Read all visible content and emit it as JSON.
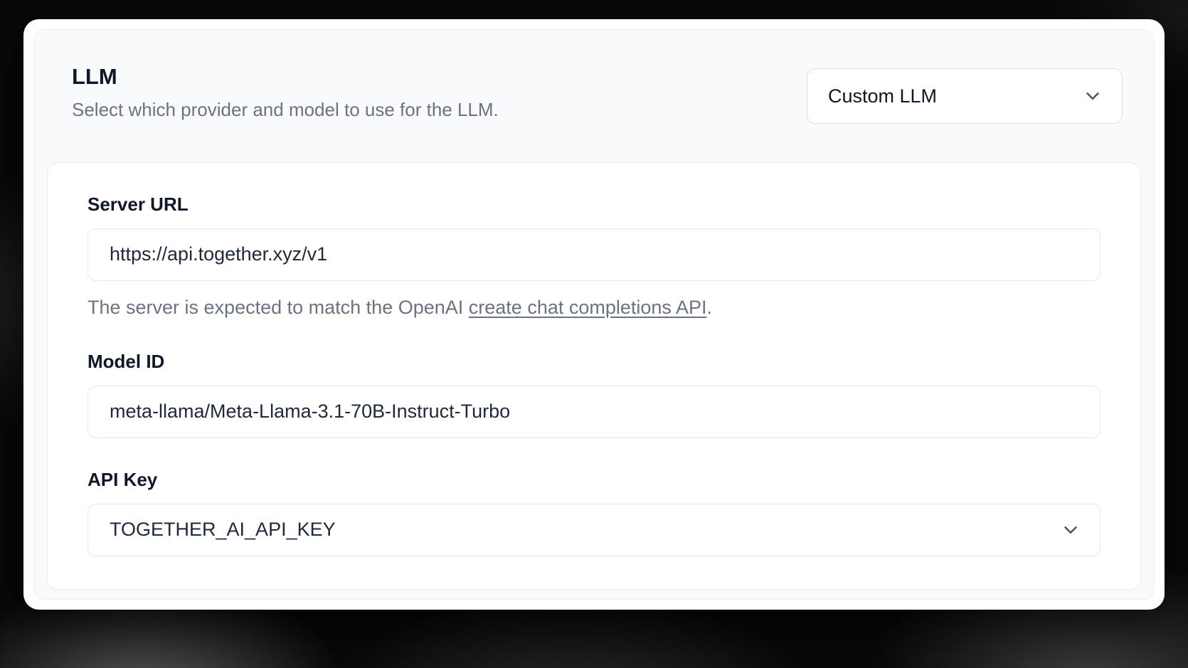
{
  "section": {
    "title": "LLM",
    "description": "Select which provider and model to use for the LLM.",
    "provider_dropdown": {
      "value": "Custom LLM"
    },
    "fields": {
      "server_url": {
        "label": "Server URL",
        "value": "https://api.together.xyz/v1",
        "help": {
          "prefix": "The server is expected to match the OpenAI ",
          "link_text": "create chat completions API",
          "suffix": "."
        }
      },
      "model_id": {
        "label": "Model ID",
        "value": "meta-llama/Meta-Llama-3.1-70B-Instruct-Turbo"
      },
      "api_key": {
        "label": "API Key",
        "value": "TOGETHER_AI_API_KEY"
      }
    }
  },
  "icons": {
    "provider_chevron": "chevron-down",
    "api_key_chevron": "chevron-down"
  },
  "colors": {
    "page_background": "#070708",
    "modal_background": "#ffffff",
    "section_card_background": "#f8fafc",
    "heading_text": "#0f172a",
    "muted_text": "#6b7280",
    "input_text": "#1e293b",
    "input_border": "#e2e8f0",
    "dropdown_border": "#d8dde3"
  }
}
